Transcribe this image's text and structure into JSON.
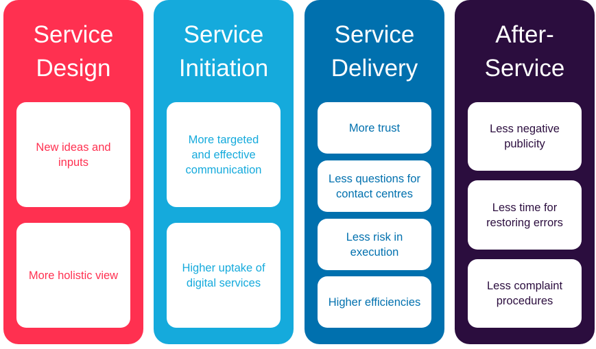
{
  "columns": [
    {
      "title_line1": "Service",
      "title_line2": "Design",
      "color": "#FF3050",
      "items": [
        "New ideas and inputs",
        "More holistic view"
      ]
    },
    {
      "title_line1": "Service",
      "title_line2": "Initiation",
      "color": "#15AADC",
      "items": [
        "More targeted and effective communication",
        "Higher uptake of digital services"
      ]
    },
    {
      "title_line1": "Service",
      "title_line2": "Delivery",
      "color": "#0070AE",
      "items": [
        "More trust",
        "Less questions for contact centres",
        "Less risk in execution",
        "Higher efficiencies"
      ]
    },
    {
      "title_line1": "After-",
      "title_line2": "Service",
      "color": "#2B0D3E",
      "items": [
        "Less negative publicity",
        "Less time for restoring errors",
        "Less complaint procedures"
      ]
    }
  ]
}
